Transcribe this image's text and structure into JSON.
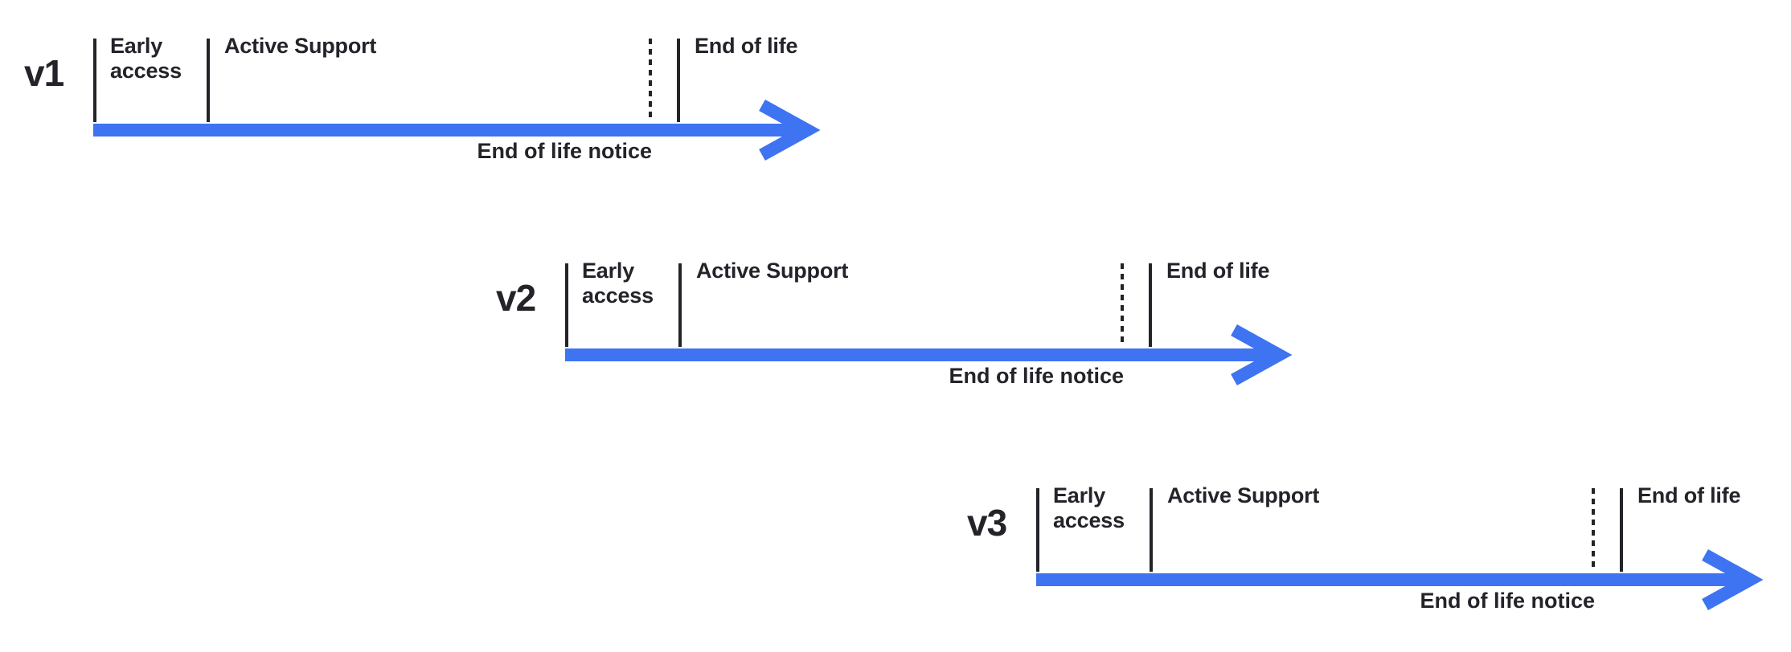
{
  "colors": {
    "arrow": "#3E73F2",
    "ink": "#232329",
    "background": "#FFFFFF"
  },
  "timelines": [
    {
      "version": "v1",
      "phase_early_access": "Early access",
      "phase_active_support": "Active Support",
      "phase_end_of_life": "End of life",
      "notice": "End of life notice"
    },
    {
      "version": "v2",
      "phase_early_access": "Early access",
      "phase_active_support": "Active Support",
      "phase_end_of_life": "End of life",
      "notice": "End of life notice"
    },
    {
      "version": "v3",
      "phase_early_access": "Early access",
      "phase_active_support": "Active Support",
      "phase_end_of_life": "End of life",
      "notice": "End of life notice"
    }
  ]
}
